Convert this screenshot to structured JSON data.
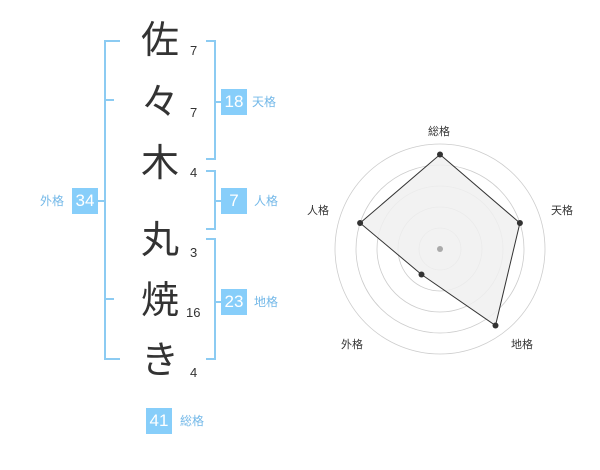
{
  "characters": [
    {
      "char": "佐",
      "strokes": "7"
    },
    {
      "char": "々",
      "strokes": "7"
    },
    {
      "char": "木",
      "strokes": "4"
    },
    {
      "char": "丸",
      "strokes": "3"
    },
    {
      "char": "焼",
      "strokes": "16"
    },
    {
      "char": "き",
      "strokes": "4"
    }
  ],
  "kaku": {
    "tenkaku": {
      "value": "18",
      "label": "天格"
    },
    "jinkaku": {
      "value": "7",
      "label": "人格"
    },
    "chikaku": {
      "value": "23",
      "label": "地格"
    },
    "gaikaku": {
      "value": "34",
      "label": "外格"
    },
    "soukaku": {
      "value": "41",
      "label": "総格"
    }
  },
  "radar": {
    "labels": {
      "top": "総格",
      "right": "天格",
      "bottom_right": "地格",
      "bottom_left": "外格",
      "left": "人格"
    },
    "levels": 5,
    "values": [
      0.9,
      0.8,
      0.9,
      0.3,
      0.8
    ],
    "colors": {
      "fill": "#f0f0f0",
      "stroke": "#333333",
      "ring": "#cccccc",
      "center": "#aaaaaa"
    }
  },
  "colors": {
    "accent": "#87cefa",
    "bracket": "#8ccbf2",
    "label": "#73b8e8"
  }
}
